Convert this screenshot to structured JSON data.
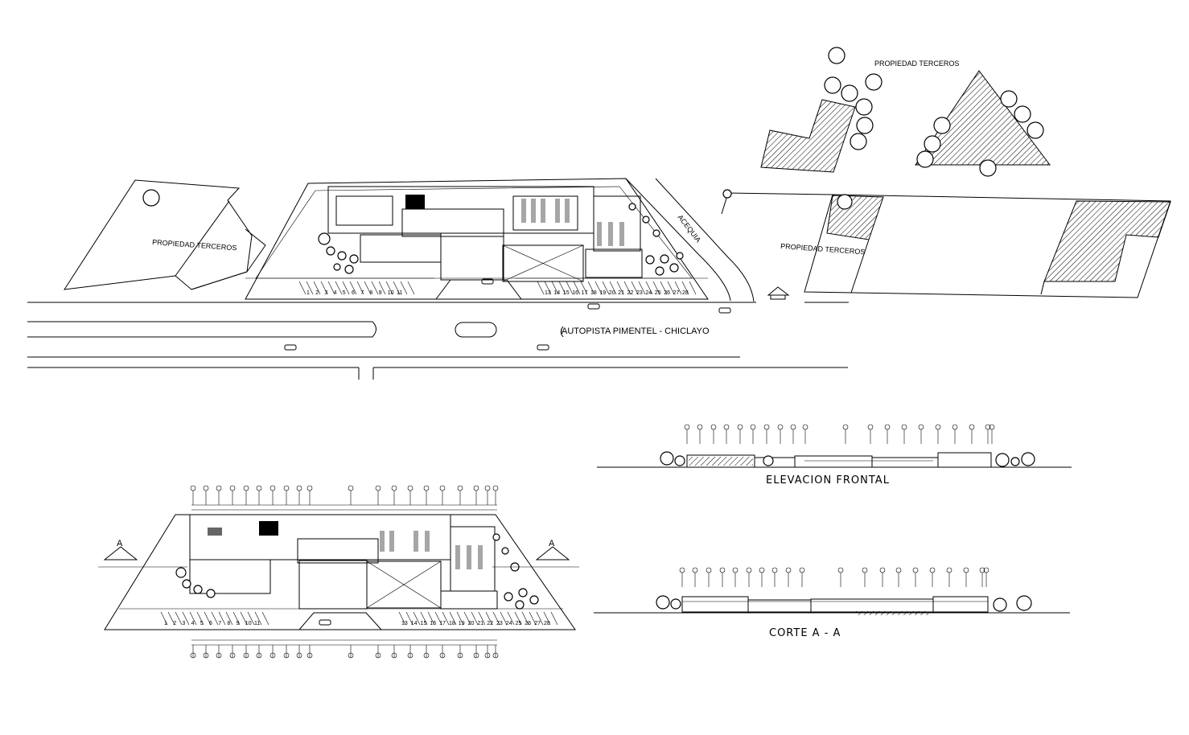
{
  "labels": {
    "prop_top": "PROPIEDAD TERCEROS",
    "prop_left": "PROPIEDAD TERCEROS",
    "prop_right": "PROPIEDAD TERCEROS",
    "acequia": "ACEQUIA",
    "highway": "AUTOPISTA PIMENTEL - CHICLAYO",
    "section_mark": "A",
    "elevation_title": "ELEVACION FRONTAL",
    "section_title": "CORTE   A  -  A"
  },
  "parking_top_left": [
    "1",
    "2",
    "3",
    "4",
    "5",
    "6",
    "7",
    "8",
    "9",
    "10",
    "11"
  ],
  "parking_top_right": [
    "13",
    "14",
    "15",
    "16",
    "17",
    "18",
    "19",
    "20",
    "21",
    "22",
    "23",
    "24",
    "25",
    "26",
    "27",
    "28"
  ],
  "parking_bottom_left": [
    "1",
    "2",
    "3",
    "4",
    "5",
    "6",
    "7",
    "8",
    "9",
    "10",
    "11"
  ],
  "parking_bottom_right": [
    "13",
    "14",
    "15",
    "16",
    "17",
    "18",
    "19",
    "20",
    "21",
    "22",
    "23",
    "24",
    "25",
    "26",
    "27",
    "28"
  ],
  "colors": {
    "line": "#000000",
    "background": "#ffffff"
  }
}
